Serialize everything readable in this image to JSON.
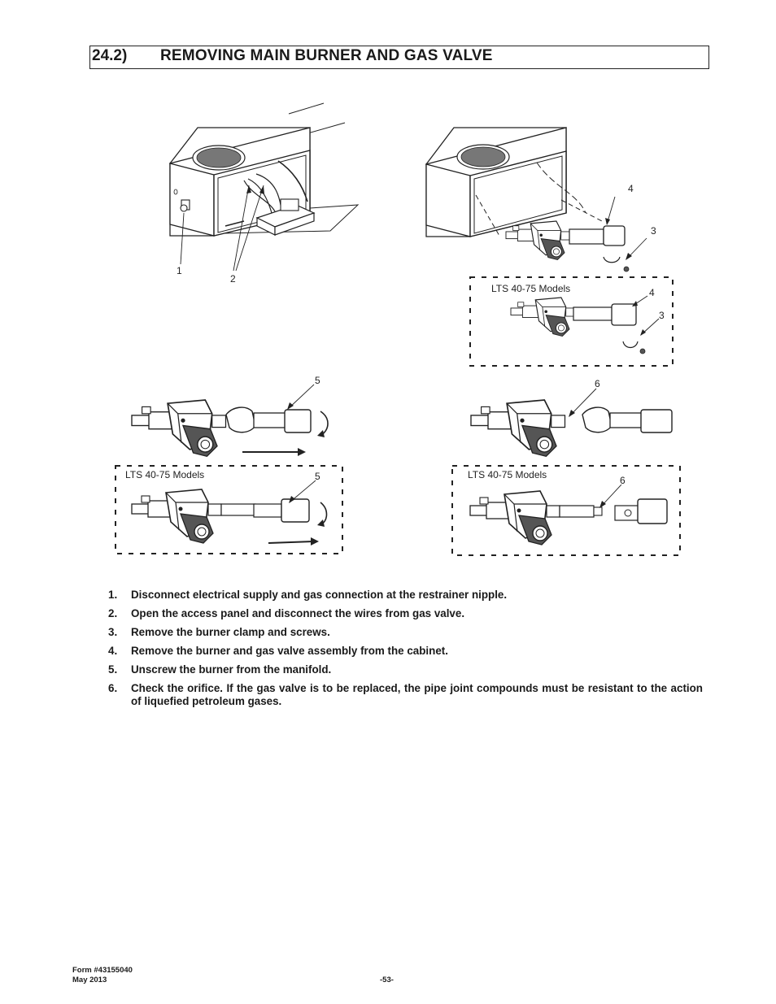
{
  "section": {
    "number": "24.2)",
    "title": "REMOVING MAIN BURNER AND GAS VALVE"
  },
  "figure": {
    "callouts": {
      "c1": "1",
      "c2": "2",
      "c3a": "3",
      "c4a": "4",
      "c3b": "3",
      "c4b": "4",
      "c5a": "5",
      "c5b": "5",
      "c6a": "6",
      "c6b": "6"
    },
    "lts_labels": {
      "panel_top_right": "LTS 40-75 Models",
      "panel_bottom_left": "LTS 40-75 Models",
      "panel_bottom_right": "LTS 40-75 Models"
    }
  },
  "steps": [
    {
      "num": "1.",
      "text": "Disconnect electrical supply and gas connection at the restrainer nipple."
    },
    {
      "num": "2.",
      "text": "Open the access panel and disconnect the wires from gas valve."
    },
    {
      "num": "3.",
      "text": "Remove the burner clamp and screws."
    },
    {
      "num": "4.",
      "text": "Remove the burner and gas valve assembly from the cabinet."
    },
    {
      "num": "5.",
      "text": "Unscrew the burner from the manifold."
    },
    {
      "num": "6.",
      "text": "Check the orifice. If the gas valve is to be replaced, the pipe joint compounds must be resistant to the action of liquefied petroleum gases."
    }
  ],
  "footer": {
    "form": "Form #43155040",
    "date": "May 2013",
    "page": "-53-"
  }
}
